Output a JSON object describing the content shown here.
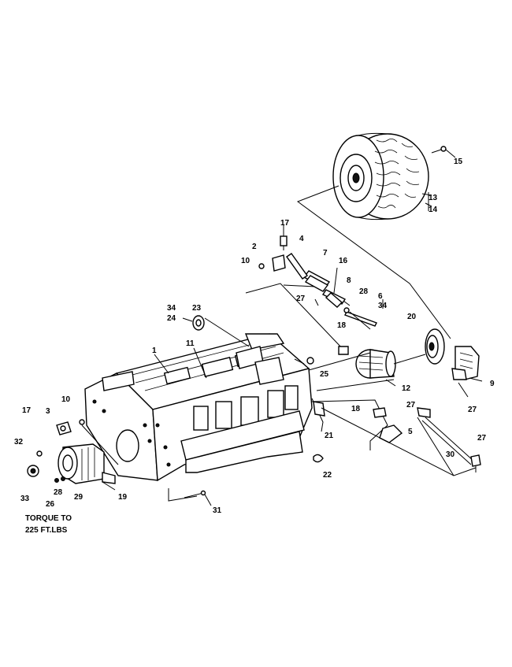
{
  "diagram": {
    "callouts": [
      {
        "id": "c1",
        "text": "1"
      },
      {
        "id": "c2",
        "text": "2"
      },
      {
        "id": "c3",
        "text": "3"
      },
      {
        "id": "c4",
        "text": "4"
      },
      {
        "id": "c5",
        "text": "5"
      },
      {
        "id": "c6",
        "text": "6"
      },
      {
        "id": "c7",
        "text": "7"
      },
      {
        "id": "c8",
        "text": "8"
      },
      {
        "id": "c9",
        "text": "9"
      },
      {
        "id": "c10a",
        "text": "10"
      },
      {
        "id": "c10b",
        "text": "10"
      },
      {
        "id": "c11",
        "text": "11"
      },
      {
        "id": "c12",
        "text": "12"
      },
      {
        "id": "c13",
        "text": "13"
      },
      {
        "id": "c14",
        "text": "14"
      },
      {
        "id": "c15",
        "text": "15"
      },
      {
        "id": "c16",
        "text": "16"
      },
      {
        "id": "c17a",
        "text": "17"
      },
      {
        "id": "c17b",
        "text": "17"
      },
      {
        "id": "c18a",
        "text": "18"
      },
      {
        "id": "c18b",
        "text": "18"
      },
      {
        "id": "c19",
        "text": "19"
      },
      {
        "id": "c20",
        "text": "20"
      },
      {
        "id": "c21",
        "text": "21"
      },
      {
        "id": "c22",
        "text": "22"
      },
      {
        "id": "c23",
        "text": "23"
      },
      {
        "id": "c24",
        "text": "24"
      },
      {
        "id": "c25",
        "text": "25"
      },
      {
        "id": "c26",
        "text": "26"
      },
      {
        "id": "c27a",
        "text": "27"
      },
      {
        "id": "c27b",
        "text": "27"
      },
      {
        "id": "c27c",
        "text": "27"
      },
      {
        "id": "c27d",
        "text": "27"
      },
      {
        "id": "c28a",
        "text": "28"
      },
      {
        "id": "c28b",
        "text": "28"
      },
      {
        "id": "c29",
        "text": "29"
      },
      {
        "id": "c30",
        "text": "30"
      },
      {
        "id": "c31",
        "text": "31"
      },
      {
        "id": "c32",
        "text": "32"
      },
      {
        "id": "c33",
        "text": "33"
      },
      {
        "id": "c34a",
        "text": "34"
      },
      {
        "id": "c34b",
        "text": "34"
      },
      {
        "id": "c15b",
        "text": "15"
      }
    ],
    "torque_note": {
      "line1": "TORQUE TO",
      "line2": "225 FT.LBS"
    }
  }
}
